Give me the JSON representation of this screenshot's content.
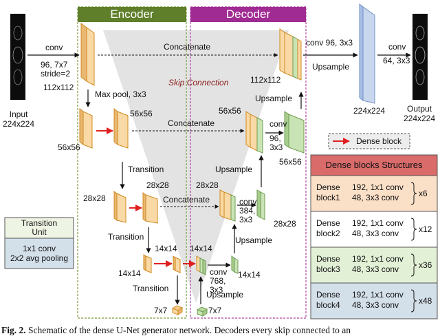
{
  "sections": {
    "encoder": "Encoder",
    "decoder": "Decoder"
  },
  "skip_connection": "Skip Connection",
  "input": {
    "label": "Input",
    "size": "224x224"
  },
  "output": {
    "label": "Output",
    "size": "224x224"
  },
  "conv_in": {
    "op": "conv",
    "params": [
      "96, 7x7",
      "stride=2"
    ]
  },
  "sizes": {
    "s112_enc": "112x112",
    "s112_dec": "112x112",
    "s56_enc_a": "56x56",
    "s56_enc_b": "56x56",
    "s56_dec_a": "56x56",
    "s56_dec_b": "56x56",
    "s28_enc_a": "28x28",
    "s28_enc_b": "28x28",
    "s28_dec_a": "28x28",
    "s28_dec_b": "28x28",
    "s14_enc_a": "14x14",
    "s14_enc_b": "14x14",
    "s14_dec_a": "14x14",
    "s14_dec_b": "14x14",
    "s7_enc": "7x7",
    "s7_dec": "7x7",
    "s224_mid": "224x224"
  },
  "ops": {
    "maxpool": "Max pool, 3x3",
    "transition": "Transition",
    "concatenate": "Concatenate",
    "upsample": "Upsample"
  },
  "decoder_convs": {
    "c112": "conv 96, 3x3",
    "c56": [
      "conv",
      "96,",
      "3x3"
    ],
    "c28": [
      "conv",
      "384,",
      "3x3"
    ],
    "c14": [
      "conv",
      "768,",
      "3x3"
    ],
    "final": [
      "conv",
      "64, 3x3"
    ]
  },
  "legend": {
    "dense_block": "Dense block"
  },
  "transition_unit": {
    "title": [
      "Transition",
      "Unit"
    ],
    "body": [
      "1x1 conv",
      "2x2 avg pooling"
    ]
  },
  "dense_structures": {
    "title": "Dense blocks Structures",
    "blocks": [
      {
        "name": [
          "Dense",
          "block1"
        ],
        "spec": [
          "192, 1x1 conv",
          "48, 3x3 conv"
        ],
        "mult": "x6",
        "color": "#fbe0c8"
      },
      {
        "name": [
          "Dense",
          "block2"
        ],
        "spec": [
          "192, 1x1 conv",
          "48, 3x3 conv"
        ],
        "mult": "x12",
        "color": "#ffffff"
      },
      {
        "name": [
          "Dense",
          "block3"
        ],
        "spec": [
          "192, 1x1 conv",
          "48, 3x3 conv"
        ],
        "mult": "x36",
        "color": "#e2f0d6"
      },
      {
        "name": [
          "Dense",
          "block4"
        ],
        "spec": [
          "192, 1x1 conv",
          "48, 3x3 conv"
        ],
        "mult": "x48",
        "color": "#d3dfe9"
      }
    ]
  },
  "caption": {
    "fig": "Fig. 2.",
    "text": " Schematic of the dense U-Net generator network. Decoders every skip connected to an"
  },
  "colors": {
    "encoder_header": "#5f7f2a",
    "decoder_header": "#a02b93",
    "dense_title": "#d96b6b",
    "orange_block": "#f9d9a6",
    "orange_edge": "#d08a1e",
    "green_block": "#c9e4b4",
    "green_edge": "#6f9a4f",
    "blue_block": "#c9d7ee",
    "blue_edge": "#6f8fc6",
    "skip_fill": "#e3e3e3",
    "red_arrow": "#e01f1f"
  }
}
